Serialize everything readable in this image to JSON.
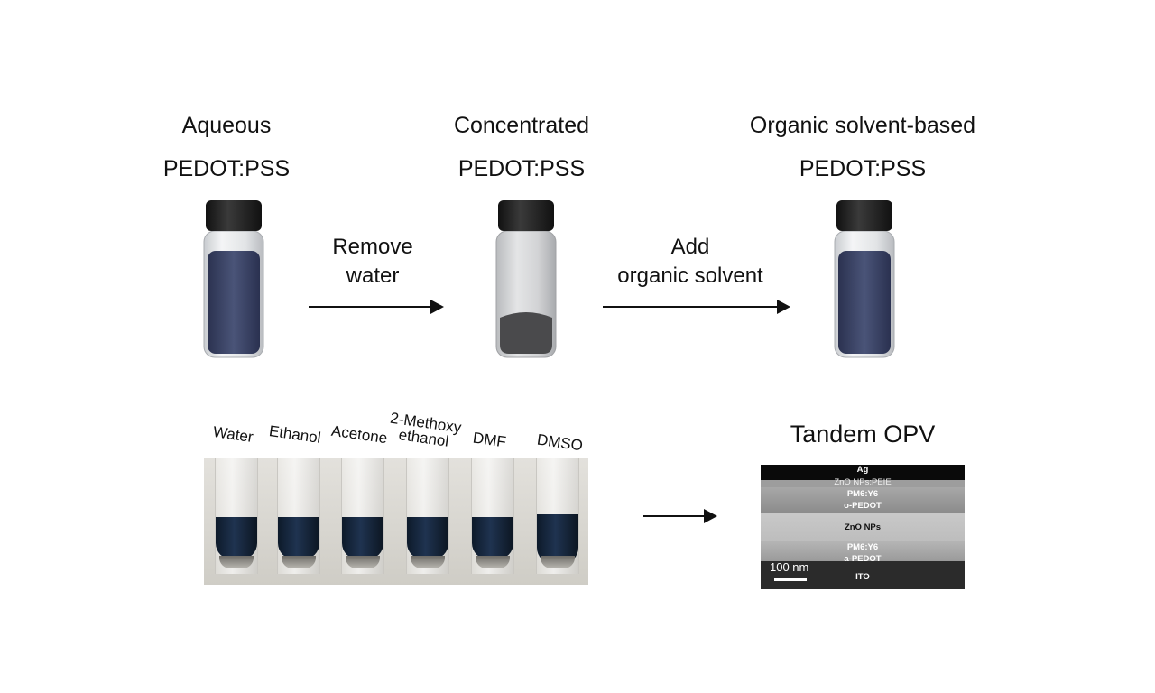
{
  "top": {
    "vials": [
      {
        "line1": "Aqueous",
        "line2": "PEDOT:PSS"
      },
      {
        "line1": "Concentrated",
        "line2": "PEDOT:PSS"
      },
      {
        "line1": "Organic solvent-based",
        "line2": "PEDOT:PSS"
      }
    ],
    "step1": {
      "line1": "Remove",
      "line2": "water"
    },
    "step2": {
      "line1": "Add",
      "line2": "organic solvent"
    }
  },
  "solvents": [
    {
      "lines": [
        "Water"
      ]
    },
    {
      "lines": [
        "Ethanol"
      ]
    },
    {
      "lines": [
        "Acetone"
      ]
    },
    {
      "lines": [
        "2-Methoxy",
        "ethanol"
      ]
    },
    {
      "lines": [
        "DMF"
      ]
    },
    {
      "lines": [
        "DMSO"
      ]
    }
  ],
  "tandem": {
    "title": "Tandem OPV",
    "layers": {
      "ag": "Ag",
      "zno_peie": "ZnO NPs:PEIE",
      "pm6_top": "PM6:Y6",
      "o_pedot": "o-PEDOT",
      "zno": "ZnO NPs",
      "pm6_bottom": "PM6:Y6",
      "a_pedot": "a-PEDOT",
      "ito": "ITO"
    },
    "scale_bar": "100 nm"
  },
  "colors": {
    "ink": "#111111",
    "pedot_solution": "#3b4566",
    "vial_glass": "#e6e8ea",
    "cap": "#2a2a2a"
  }
}
